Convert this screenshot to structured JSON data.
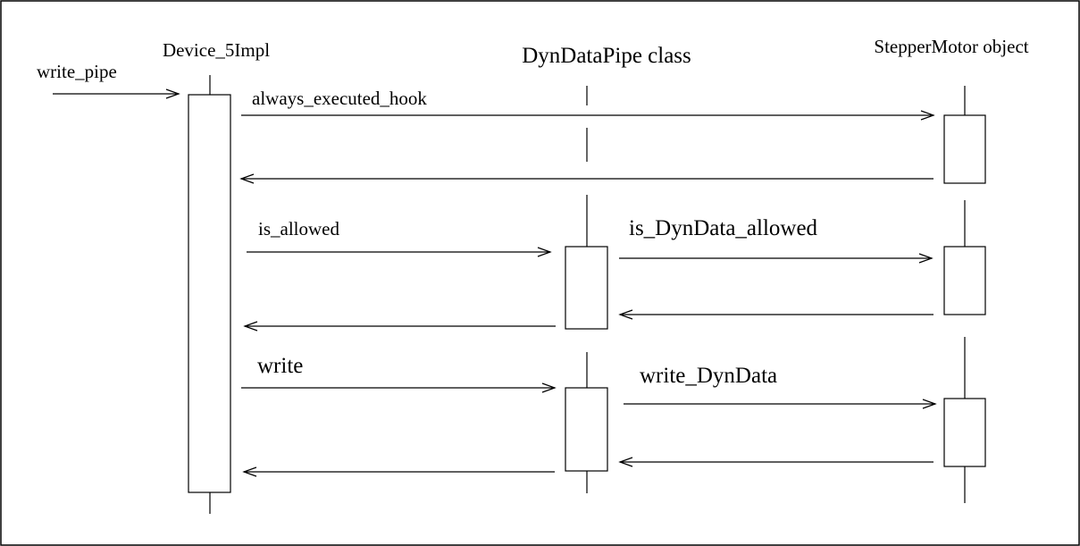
{
  "participants": {
    "device": "Device_5Impl",
    "pipe": "DynDataPipe class",
    "motor": "StepperMotor object"
  },
  "messages": {
    "write_pipe": "write_pipe",
    "always_executed_hook": "always_executed_hook",
    "is_allowed": "is_allowed",
    "is_dyndata_allowed": "is_DynData_allowed",
    "write": "write",
    "write_dyndata": "write_DynData"
  }
}
